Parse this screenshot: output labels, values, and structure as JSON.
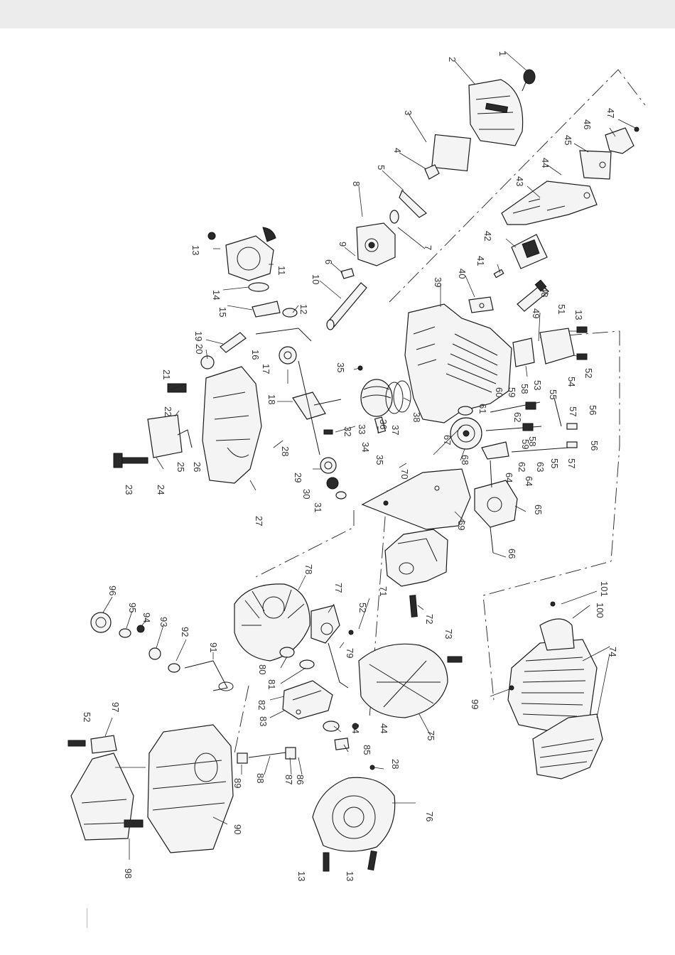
{
  "diagram": {
    "callouts": [
      "1",
      "2",
      "3",
      "4",
      "5",
      "6",
      "7",
      "8",
      "9",
      "10",
      "11",
      "12",
      "13",
      "14",
      "15",
      "16",
      "17",
      "18",
      "19",
      "20",
      "21",
      "22",
      "23",
      "24",
      "25",
      "26",
      "27",
      "28",
      "29",
      "30",
      "31",
      "32",
      "33",
      "34",
      "35",
      "36",
      "37",
      "38",
      "39",
      "40",
      "41",
      "42",
      "43",
      "44",
      "45",
      "46",
      "47",
      "48",
      "49",
      "51",
      "52",
      "53",
      "54",
      "55",
      "56",
      "57",
      "58",
      "59",
      "60",
      "61",
      "62",
      "63",
      "64",
      "65",
      "66",
      "67",
      "68",
      "69",
      "70",
      "71",
      "72",
      "73",
      "74",
      "75",
      "76",
      "77",
      "78",
      "79",
      "80",
      "81",
      "82",
      "83",
      "84",
      "85",
      "86",
      "87",
      "88",
      "89",
      "90",
      "91",
      "92",
      "93",
      "94",
      "95",
      "96",
      "97",
      "98",
      "99",
      "100",
      "101"
    ]
  }
}
